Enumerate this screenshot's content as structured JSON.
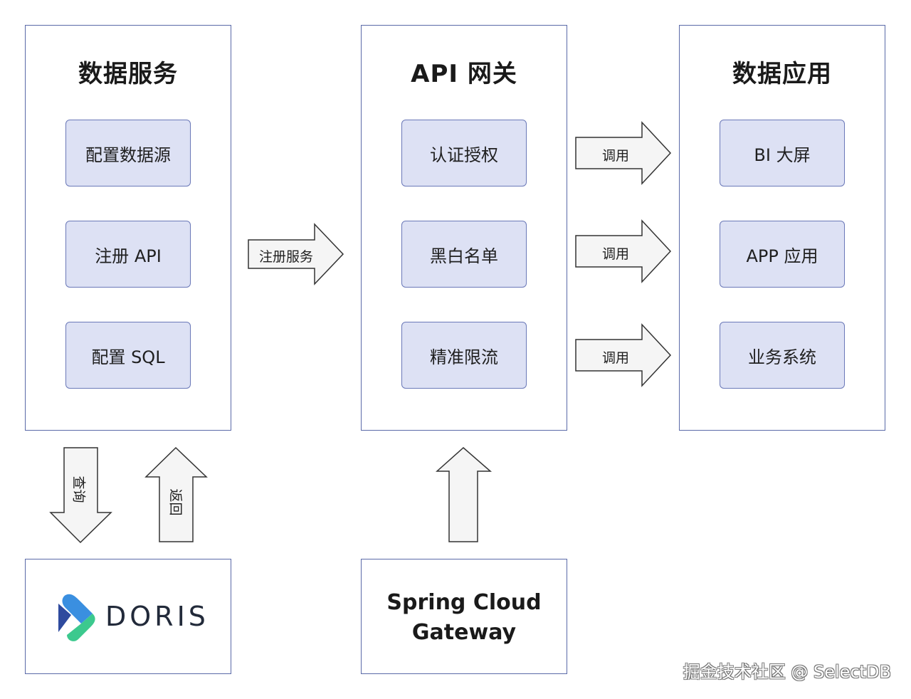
{
  "panels": {
    "data_service": {
      "title": "数据服务",
      "nodes": [
        "配置数据源",
        "注册 API",
        "配置 SQL"
      ]
    },
    "api_gateway": {
      "title": "API 网关",
      "nodes": [
        "认证授权",
        "黑白名单",
        "精准限流"
      ]
    },
    "data_app": {
      "title": "数据应用",
      "nodes": [
        "BI 大屏",
        "APP 应用",
        "业务系统"
      ]
    }
  },
  "arrows": {
    "register_service": "注册服务",
    "call_1": "调用",
    "call_2": "调用",
    "call_3": "调用",
    "query": "查询",
    "return": "返回"
  },
  "doris": {
    "logo_text": "DORIS"
  },
  "gateway": {
    "line1": "Spring Cloud",
    "line2": "Gateway"
  },
  "watermark": "掘金技术社区 @ SelectDB",
  "colors": {
    "panel_border": "#5a6aa8",
    "node_fill": "#dde1f4",
    "node_border": "#6a78b8",
    "arrow_fill": "#f5f5f5",
    "arrow_stroke": "#333333",
    "doris_blue": "#2f6fd6",
    "doris_green": "#3cc98e"
  }
}
